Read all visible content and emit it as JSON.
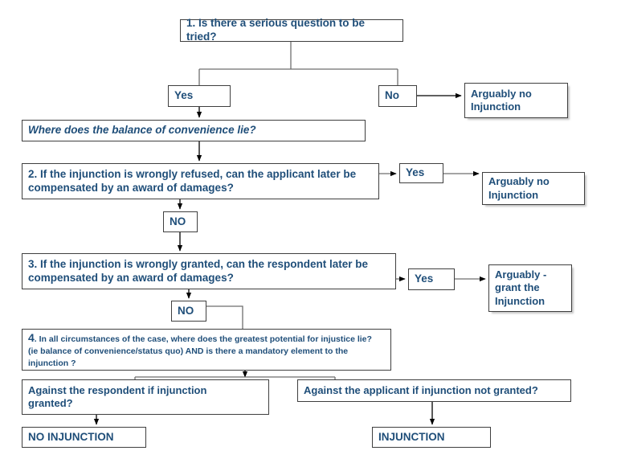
{
  "diagram": {
    "title": "American Cyanamid interim injunction decision flowchart",
    "text_color": "#1F4E79",
    "border_color": "#3f3f3f",
    "connector_color": "#6e6e6e",
    "arrow_color": "#000000",
    "background": "#ffffff"
  },
  "nodes": {
    "q1": "1. Is there a serious question to be tried?",
    "yes1": "Yes",
    "no1": "No",
    "arguably_no_injunction_1_line1": "Arguably no",
    "arguably_no_injunction_1_line2": "Injunction",
    "balance": "Where does the balance of convenience lie?",
    "q2_line1": "2. If the injunction is wrongly refused, can the applicant later be",
    "q2_line2": "compensated by an award of damages?",
    "yes2": "Yes",
    "arguably_no_injunction_2_line1": "Arguably no",
    "arguably_no_injunction_2_line2": "Injunction",
    "no2": "NO",
    "q3_line1": "3. If the injunction is wrongly granted, can the respondent later be",
    "q3_line2": "compensated by an award of damages?",
    "yes3": "Yes",
    "arguably_grant_line1": "Arguably -",
    "arguably_grant_line2": "grant the",
    "arguably_grant_line3": "Injunction",
    "no3": "NO",
    "q4_number": "4",
    "q4_line1": ". In all circumstances of the case, where does the greatest potential for injustice lie?",
    "q4_line2": "(ie balance of convenience/status quo) AND is there a mandatory element to the",
    "q4_line3": "injunction ?",
    "against_respondent_line1": "Against the respondent if injunction",
    "against_respondent_line2": "granted?",
    "against_applicant": "Against the applicant if injunction  not granted?",
    "no_injunction_outcome": "NO INJUNCTION",
    "injunction_outcome": "INJUNCTION"
  }
}
